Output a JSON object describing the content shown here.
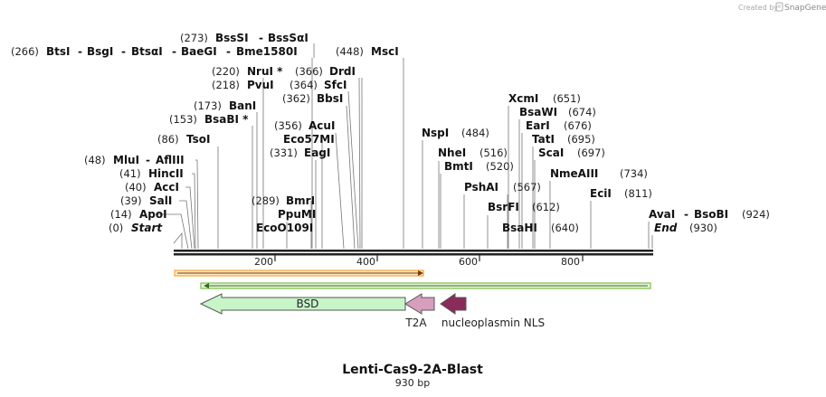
{
  "credit": {
    "text": "Created by",
    "brand": "SnapGene"
  },
  "map": {
    "title": "Lenti-Cas9-2A-Blast",
    "length_label": "930 bp"
  },
  "ruler": {
    "ticks": [
      "200",
      "400",
      "600",
      "800"
    ]
  },
  "features": {
    "bsd": "BSD",
    "t2a": "T2A",
    "nls": "nucleoplasmin NLS"
  },
  "sites": {
    "start": {
      "pos": "(0)",
      "name": "Start"
    },
    "apoi": {
      "pos": "(14)",
      "name": "ApoI"
    },
    "sali": {
      "pos": "(39)",
      "name": "SalI"
    },
    "acci": {
      "pos": "(40)",
      "name": "AccI"
    },
    "hincii": {
      "pos": "(41)",
      "name": "HincII"
    },
    "mlui": {
      "pos": "(48)",
      "name": "MluI",
      "name2": "AflIII"
    },
    "tsoi": {
      "pos": "(86)",
      "name": "TsoI"
    },
    "bsabi": {
      "pos": "(153)",
      "name": "BsaBI *"
    },
    "bani": {
      "pos": "(173)",
      "name": "BanI"
    },
    "btsi": {
      "pos": "(266)",
      "name": "BtsI",
      "name2": "BsgI",
      "name3": "BtsαI",
      "name4": "BaeGI",
      "name5": "Bme1580I"
    },
    "bsssi": {
      "pos": "(273)",
      "name": "BssSI",
      "name2": "BssSαI"
    },
    "pvui": {
      "pos": "(218)",
      "name": "PvuI"
    },
    "nrui": {
      "pos": "(220)",
      "name": "NruI *"
    },
    "ecoo109i": {
      "name": "EcoO109I"
    },
    "ppumi": {
      "name": "PpuMI"
    },
    "bmri": {
      "pos": "(289)",
      "name": "BmrI"
    },
    "eagi": {
      "pos": "(331)",
      "name": "EagI"
    },
    "eco57mi": {
      "name": "Eco57MI"
    },
    "acui": {
      "pos": "(356)",
      "name": "AcuI"
    },
    "bbsi": {
      "pos": "(362)",
      "name": "BbsI"
    },
    "sfci": {
      "pos": "(364)",
      "name": "SfcI"
    },
    "drdi": {
      "pos": "(366)",
      "name": "DrdI"
    },
    "msci": {
      "pos": "(448)",
      "name": "MscI"
    },
    "nspi": {
      "name": "NspI",
      "pos": "(484)"
    },
    "nhei": {
      "name": "NheI",
      "pos": "(516)"
    },
    "bmti": {
      "name": "BmtI",
      "pos": "(520)"
    },
    "pshai": {
      "name": "PshAI"
    },
    "bsrfi": {
      "name": "BsrFI",
      "pos": "(612)"
    },
    "site567": {
      "pos": "(567)"
    },
    "bsahi": {
      "name": "BsaHI",
      "pos": "(640)"
    },
    "xcmi": {
      "name": "XcmI",
      "pos": "(651)"
    },
    "bsawi": {
      "name": "BsaWI",
      "pos": "(674)"
    },
    "eari": {
      "name": "EarI",
      "pos": "(676)"
    },
    "tati": {
      "name": "TatI",
      "pos": "(695)"
    },
    "scai": {
      "name": "ScaI",
      "pos": "(697)"
    },
    "nmeaiii": {
      "name": "NmeAIII",
      "pos": "(734)"
    },
    "ecii": {
      "name": "EciI",
      "pos": "(811)"
    },
    "avai": {
      "name": "AvaI",
      "name2": "BsoBI",
      "pos": "(924)"
    },
    "end": {
      "name": "End",
      "pos": "(930)"
    }
  },
  "colors": {
    "bsd": "#c8f5c8",
    "t2a": "#d79ebd",
    "nls": "#8b2b5c",
    "orf_orange": "#f4a63a",
    "orf_green": "#7fbf4d"
  }
}
